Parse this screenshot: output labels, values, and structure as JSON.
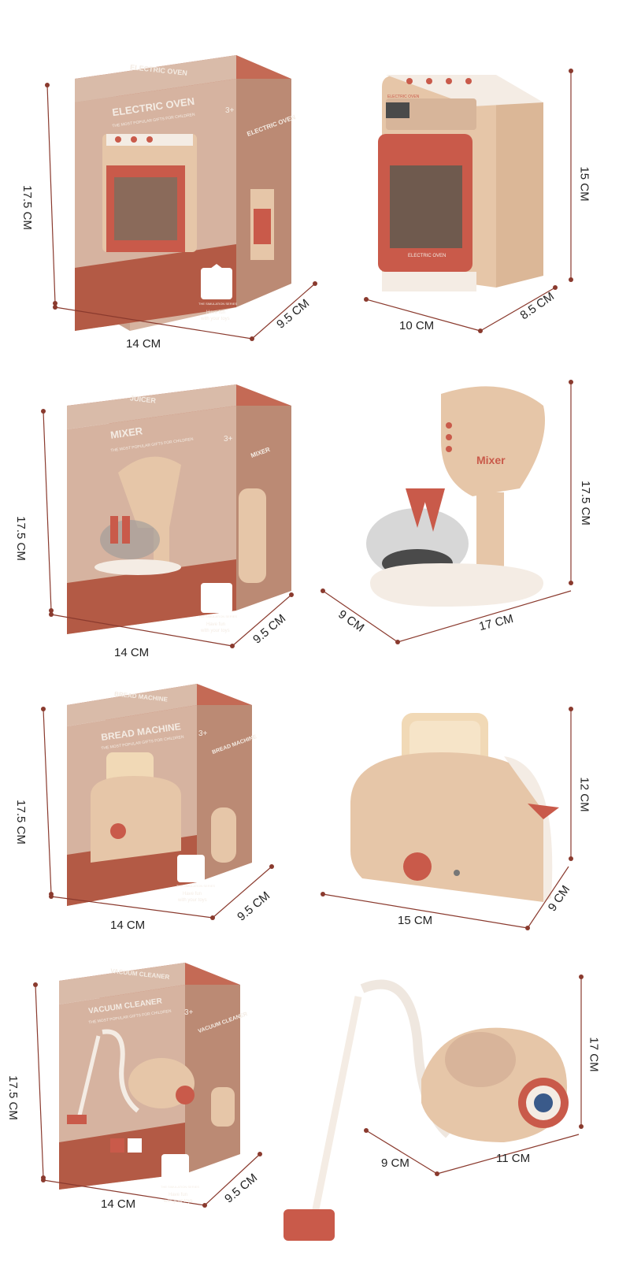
{
  "colors": {
    "box_top": "#c46a55",
    "box_face": "#c9a38f",
    "box_face_light": "#d9bba9",
    "box_side": "#bb8a74",
    "box_accent": "#b35a45",
    "toy_cream": "#e6c6a8",
    "toy_coral": "#c95a4a",
    "toy_white": "#f4ece4",
    "dim_line": "#8a3a2e"
  },
  "box_common": {
    "tagline": "THE MOST POPULAR GIFTS FOR CHILDREN",
    "age": "3+",
    "series": "THE SIMULATION SERIES",
    "slogan_1": "Have fun",
    "slogan_2": "with your toys"
  },
  "rows": [
    {
      "box_title": "ELECTRIC OVEN",
      "box_top_title": "ELECTRIC OVEN",
      "box_side_title": "ELECTRIC OVEN",
      "box_height": "17.5 CM",
      "box_width": "14 CM",
      "box_depth": "9.5 CM",
      "toy_height": "15 CM",
      "toy_width": "10 CM",
      "toy_depth": "8.5 CM",
      "toy_label": "ELECTRIC OVEN",
      "toy_panel_label": "ELECTRIC OVEN",
      "toy_icon": "oven-icon"
    },
    {
      "box_title": "MIXER",
      "box_top_title": "JUICER",
      "box_side_title": "MIXER",
      "box_height": "17.5 CM",
      "box_width": "14 CM",
      "box_depth": "9.5 CM",
      "toy_height": "17.5 CM",
      "toy_width": "17 CM",
      "toy_depth": "9 CM",
      "toy_label": "Mixer",
      "toy_icon": "mixer-icon"
    },
    {
      "box_title": "BREAD MACHINE",
      "box_top_title": "BREAD MACHINE",
      "box_side_title": "BREAD MACHINE",
      "box_height": "17.5 CM",
      "box_width": "14 CM",
      "box_depth": "9.5 CM",
      "toy_height": "12 CM",
      "toy_width": "15 CM",
      "toy_depth": "9 CM",
      "toy_icon": "toaster-icon"
    },
    {
      "box_title": "VACUUM CLEANER",
      "box_top_title": "VACUUM CLEANER",
      "box_side_title": "VACUUM CLEANER",
      "box_height": "17.5 CM",
      "box_width": "14 CM",
      "box_depth": "9.5 CM",
      "toy_height": "17 CM",
      "toy_width": "11 CM",
      "toy_depth": "9 CM",
      "toy_icon": "vacuum-icon"
    }
  ]
}
